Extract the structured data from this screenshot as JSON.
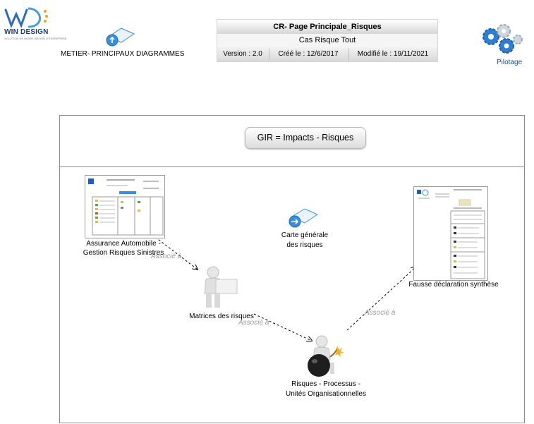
{
  "logo": {
    "brand": "WIN DESIGN",
    "tagline": "SOLUTION DE MODELISATION D'ENTREPRISE"
  },
  "header_link": {
    "label": "METIER- PRINCIPAUX DIAGRAMMES",
    "icon": "diagram-up-icon"
  },
  "info": {
    "title": "CR- Page Principale_Risques",
    "subtitle": "Cas Risque Tout",
    "version": "Version : 2.0",
    "created": "Créé le : 12/6/2017",
    "modified": "Modifié le : 19/11/2021"
  },
  "pilotage": {
    "label": "Pilotage",
    "icon": "gears-icon"
  },
  "diagram": {
    "header_button": "GIR = Impacts - Risques",
    "nodes": {
      "assurance": {
        "line1": "Assurance Automobile -",
        "line2": "Gestion Risques Sinistres"
      },
      "carte": {
        "line1": "Carte générale",
        "line2": "des risques"
      },
      "fausse": {
        "line1": "Fausse déclaration synthèse"
      },
      "matrices": {
        "line1": "Matrices des risques"
      },
      "risques": {
        "line1": "Risques - Processus -",
        "line2": "Unités Organisationnelles"
      }
    },
    "links": [
      "Associé à",
      "Associé à",
      "Associé à"
    ]
  },
  "colors": {
    "accent_blue": "#3a8fd8",
    "frame_border": "#8a8a8a",
    "link_label": "#9a9a9a"
  }
}
